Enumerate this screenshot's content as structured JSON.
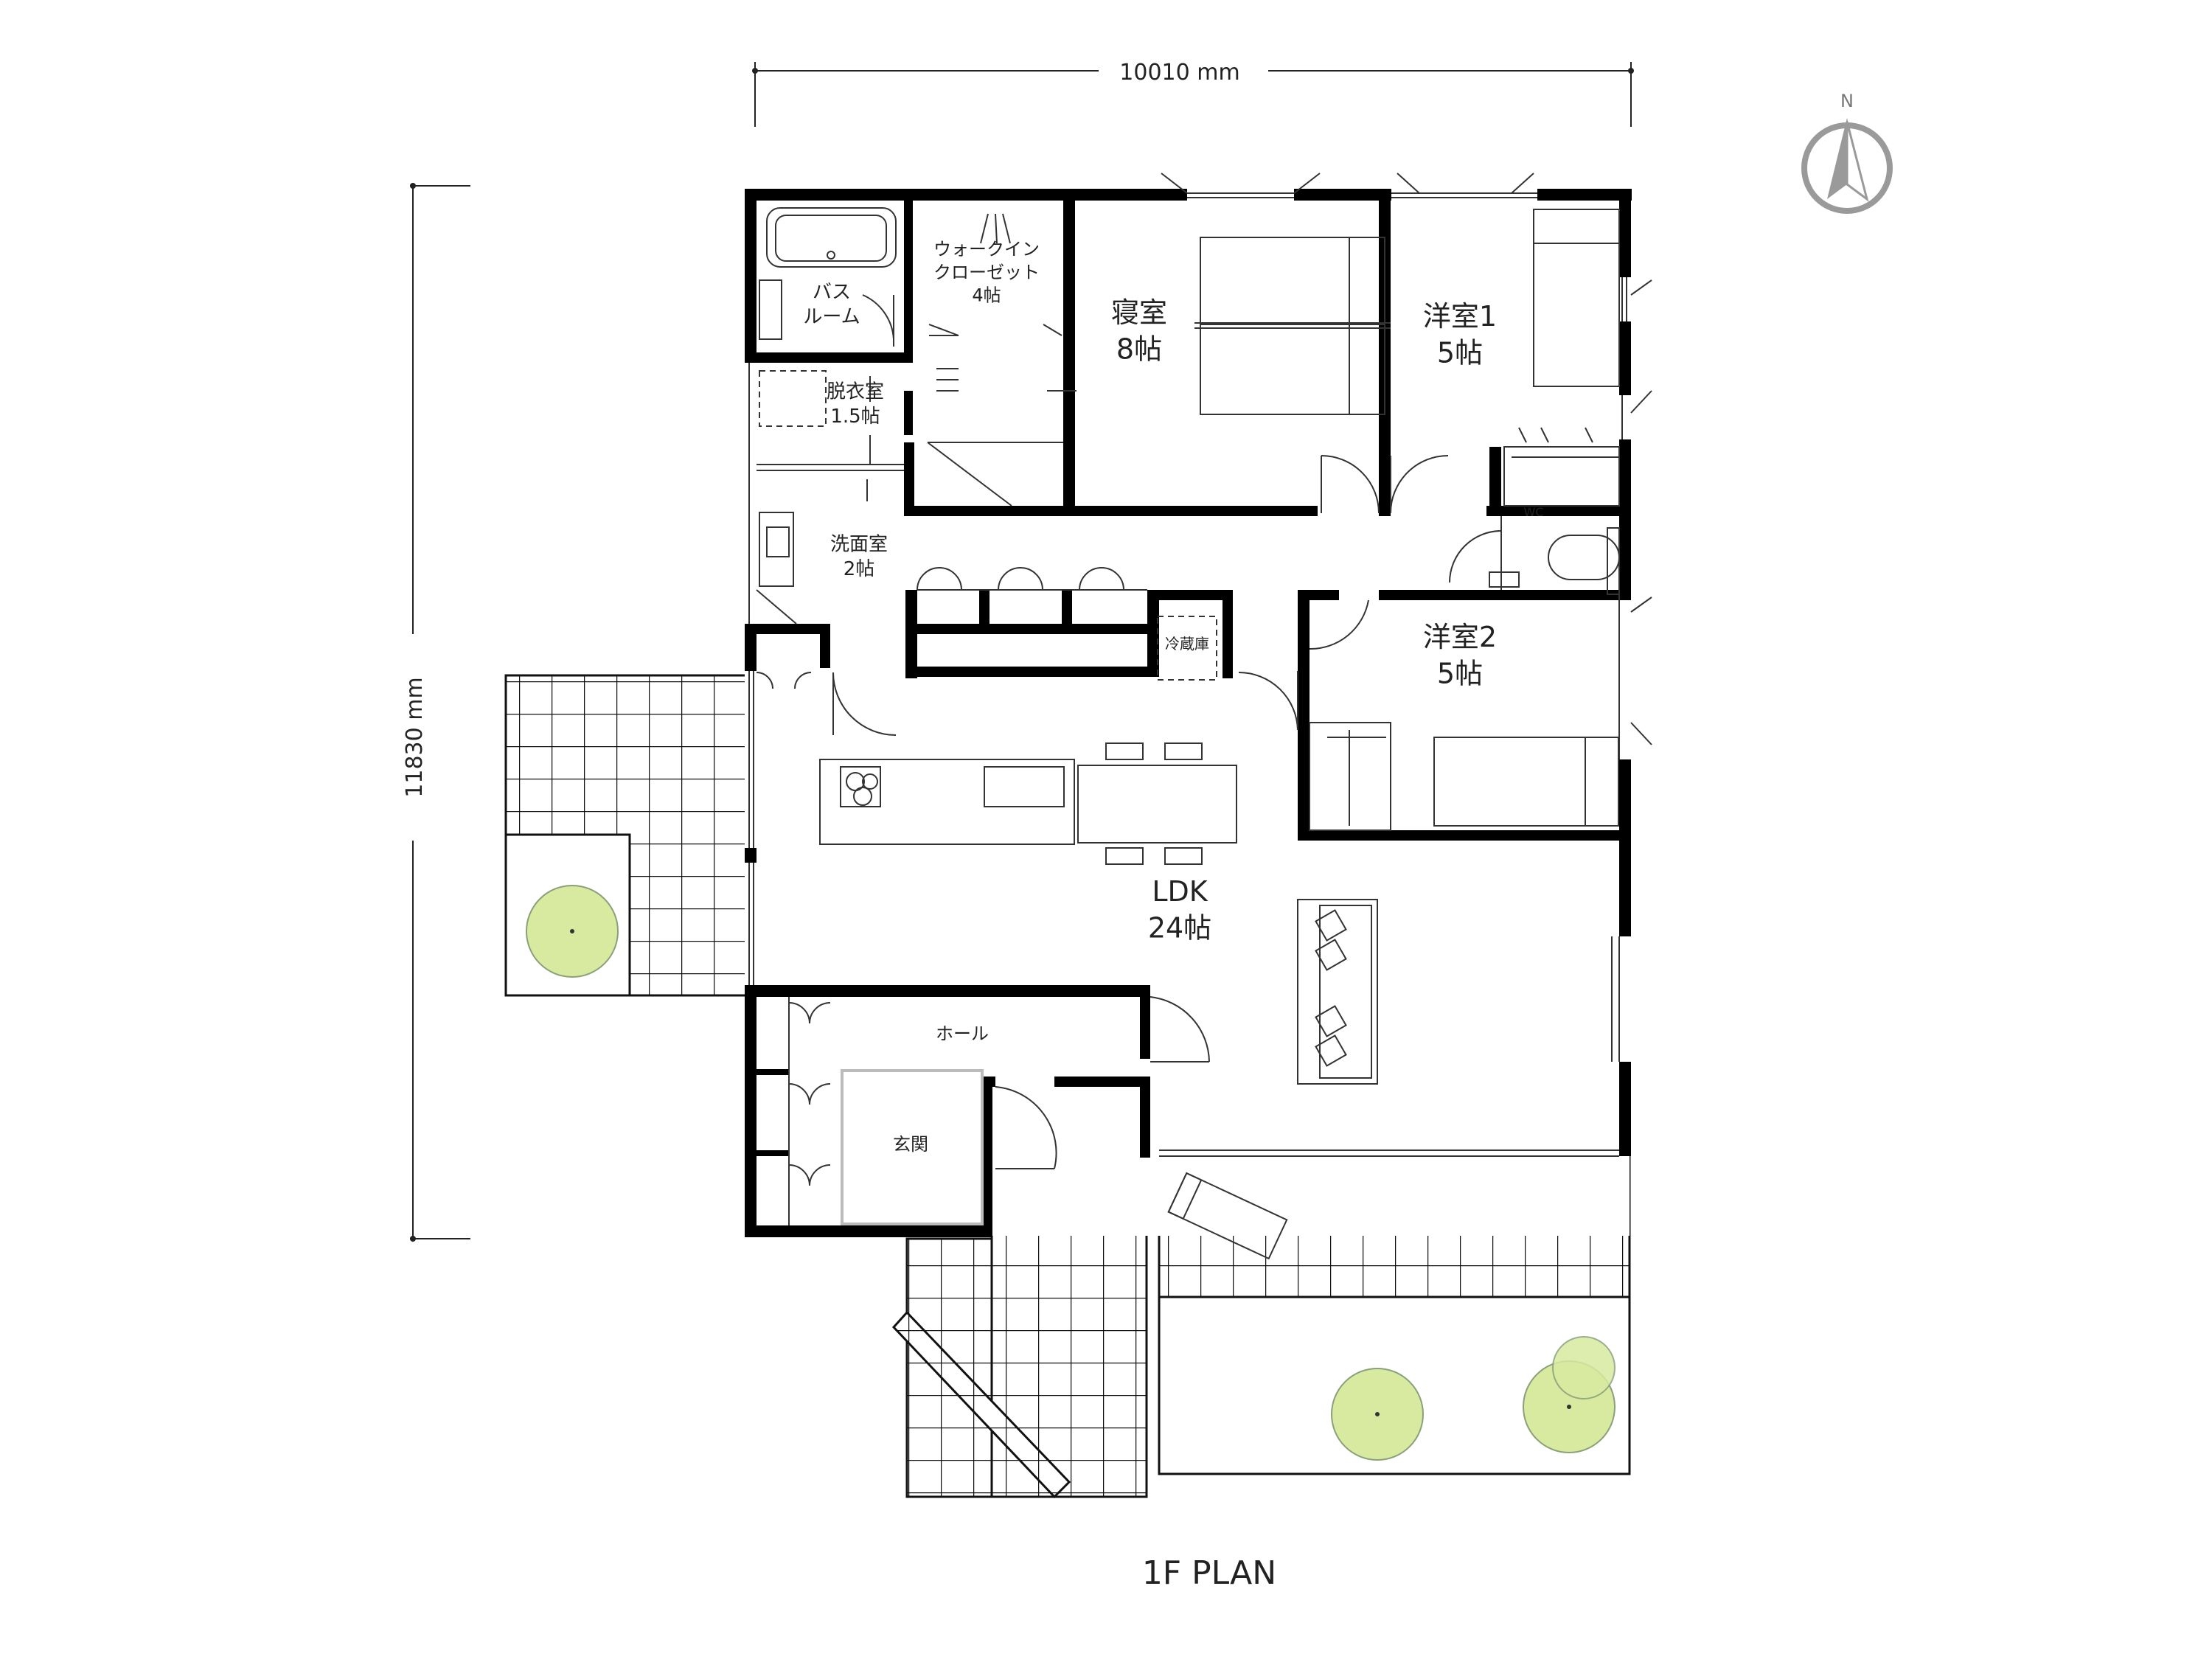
{
  "dimensions": {
    "width": "10010 mm",
    "height": "11830 mm"
  },
  "compass": {
    "label": "N"
  },
  "rooms": {
    "bath": "バス\nルーム",
    "wic": "ウォークイン\nクローゼット\n4帖",
    "bedroom": "寝室\n8帖",
    "western1": "洋室1\n5帖",
    "dressing": "脱衣室\n1.5帖",
    "washroom": "洗面室\n2帖",
    "fridge": "冷蔵庫",
    "western2": "洋室2\n5帖",
    "ldk": "LDK\n24帖",
    "hall": "ホール",
    "entrance": "玄関",
    "wc": "WC"
  },
  "plan_title": "1F PLAN",
  "colors": {
    "wall": "#000000",
    "tree": "#d8eaa0",
    "tree_stroke": "#8aa07a",
    "compass": "#9a9a9a"
  }
}
